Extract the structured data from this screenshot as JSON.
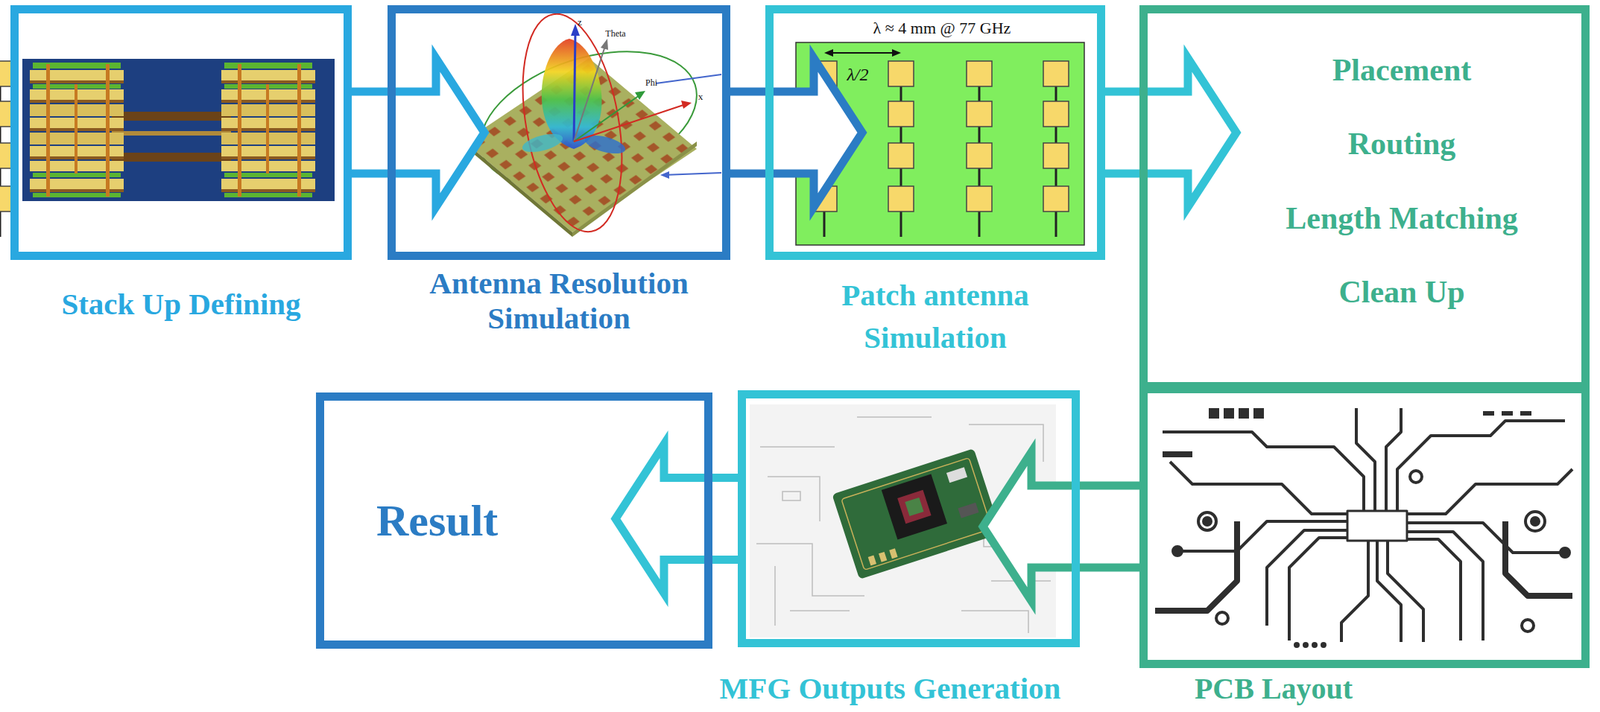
{
  "diagram": {
    "nodes": [
      {
        "text": [
          "Stack Up Defining"
        ]
      },
      {
        "text": [
          "Antenna Resolution Simulation"
        ]
      },
      {
        "text": [
          "Patch antenna Simulation"
        ]
      },
      {
        "text": [
          "Placement",
          "Routing",
          "Length Matching",
          "Clean Up"
        ]
      },
      {
        "text": [
          "PCB Layout"
        ]
      },
      {
        "text": [
          "MFG Outputs Generation"
        ]
      },
      {
        "text": [
          "Result"
        ]
      }
    ],
    "edges": [
      {
        "from": 0,
        "to": 1,
        "arrow": "to"
      },
      {
        "from": 1,
        "to": 2,
        "arrow": "to"
      },
      {
        "from": 2,
        "to": 3,
        "arrow": "to"
      },
      {
        "from": 4,
        "to": 5,
        "arrow": "to"
      },
      {
        "from": 5,
        "to": 6,
        "arrow": "to"
      }
    ],
    "labels": [
      "z",
      "Theta",
      "Phi",
      "x",
      "λ ≈ 4 mm @ 77 GHz",
      "λ/2"
    ]
  }
}
